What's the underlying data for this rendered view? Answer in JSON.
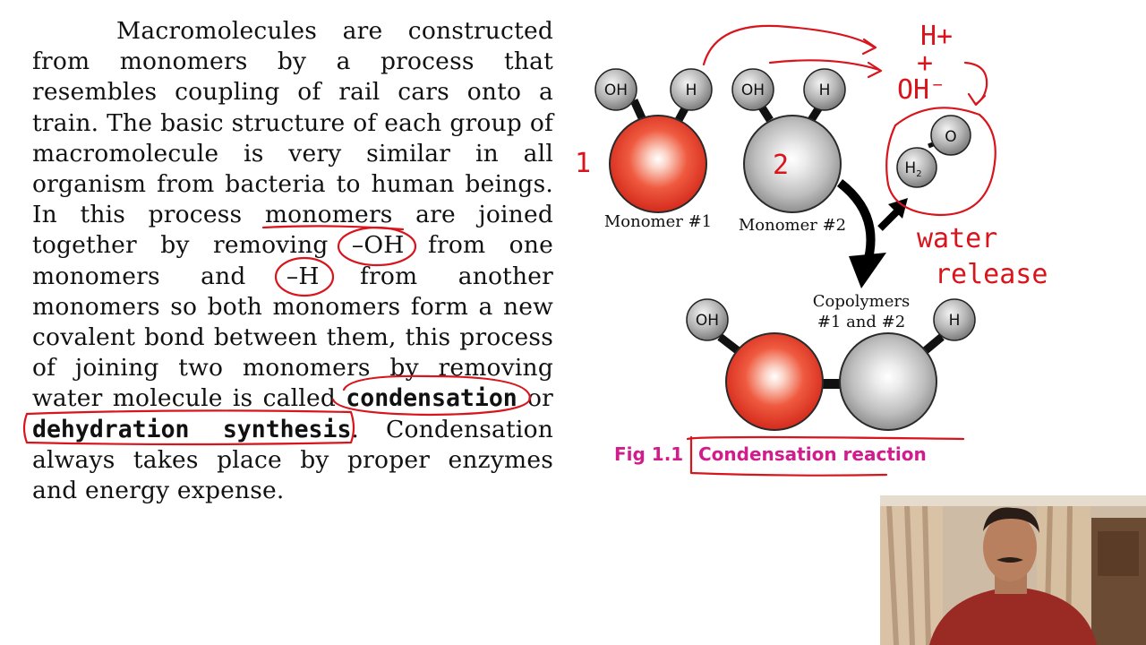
{
  "paragraph": {
    "s1": "Macromolecules are constructed from monomers by a process that resembles coupling of rail cars onto a train. The basic structure of each group of macromolecule is very similar in all organism from bacteria to human beings. In this process ",
    "w_monomers": "monomers",
    "s2": " are joined together by removing ",
    "w_oh": "–OH",
    "s3": " from one monomers and ",
    "w_h": "–H",
    "s4": " from another monomers so both monomers form a new covalent bond between them, this process of joining two monomers by removing water molecule is called ",
    "b_condensation": "condensation",
    "s5": " or ",
    "b_dehydration": "dehydration synthesis",
    "s6": ". Condensation always takes place by proper enzymes and energy expense."
  },
  "diagram": {
    "atoms": {
      "oh": "OH",
      "h": "H",
      "o": "O",
      "h2": "H",
      "h2_sub": "2"
    },
    "monomer1_label": "Monomer #1",
    "monomer2_label": "Monomer #2",
    "copolymer_line1": "Copolymers",
    "copolymer_line2": "#1 and #2",
    "fig_label": "Fig 1.1",
    "fig_title": "Condensation reaction"
  },
  "annotations": {
    "num1": "1",
    "num2": "2",
    "h_plus": "H+",
    "plus": "+",
    "oh_minus": "OH⁻",
    "water": "water",
    "release": "release"
  },
  "colors": {
    "text": "#111111",
    "caption": "#d11c8c",
    "ink": "#d8141c",
    "red_monomer": "#e8392a",
    "grey_monomer": "#b9b9b9"
  }
}
